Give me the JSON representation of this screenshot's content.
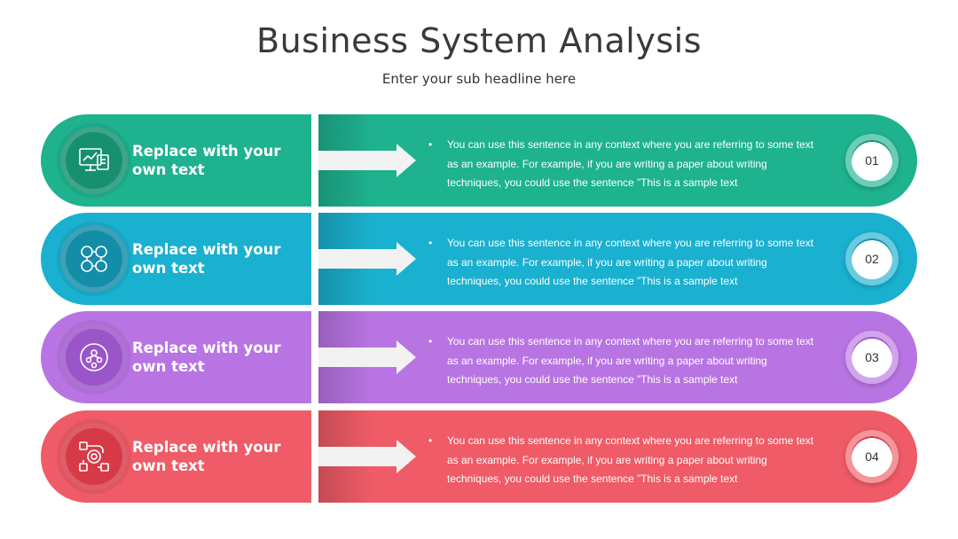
{
  "header": {
    "title": "Business System Analysis",
    "subtitle": "Enter your sub headline here"
  },
  "steps": [
    {
      "label_line1": "Replace with your",
      "label_line2": "own text",
      "text": "You can use this sentence in any context where you are referring to some text as an example. For example, if you are writing a paper about writing techniques, you could use the sentence ”This is a sample text",
      "number": "01",
      "icon": "computer-analytics-icon",
      "color": "#1eb28f",
      "color_dark": "#17906f"
    },
    {
      "label_line1": "Replace with your",
      "label_line2": "own text",
      "text": "You can use this sentence in any context where you are referring to some text as an example. For example, if you are writing a paper about writing techniques, you could use the sentence ”This is a sample text",
      "number": "02",
      "icon": "process-cycle-icon",
      "color": "#1ab0cf",
      "color_dark": "#148da8"
    },
    {
      "label_line1": "Replace with your",
      "label_line2": "own text",
      "text": "You can use this sentence in any context where you are referring to some text as an example. For example, if you are writing a paper about writing techniques, you could use the sentence ”This is a sample text",
      "number": "03",
      "icon": "team-network-icon",
      "color": "#b974e3",
      "color_dark": "#9a55c9"
    },
    {
      "label_line1": "Replace with your",
      "label_line2": "own text",
      "text": "You can use this sentence in any context where you are referring to some text as an example. For example, if you are writing a paper about writing techniques, you could use the sentence ”This is a sample text",
      "number": "04",
      "icon": "target-workflow-icon",
      "color": "#ef5b66",
      "color_dark": "#d63a47"
    }
  ]
}
